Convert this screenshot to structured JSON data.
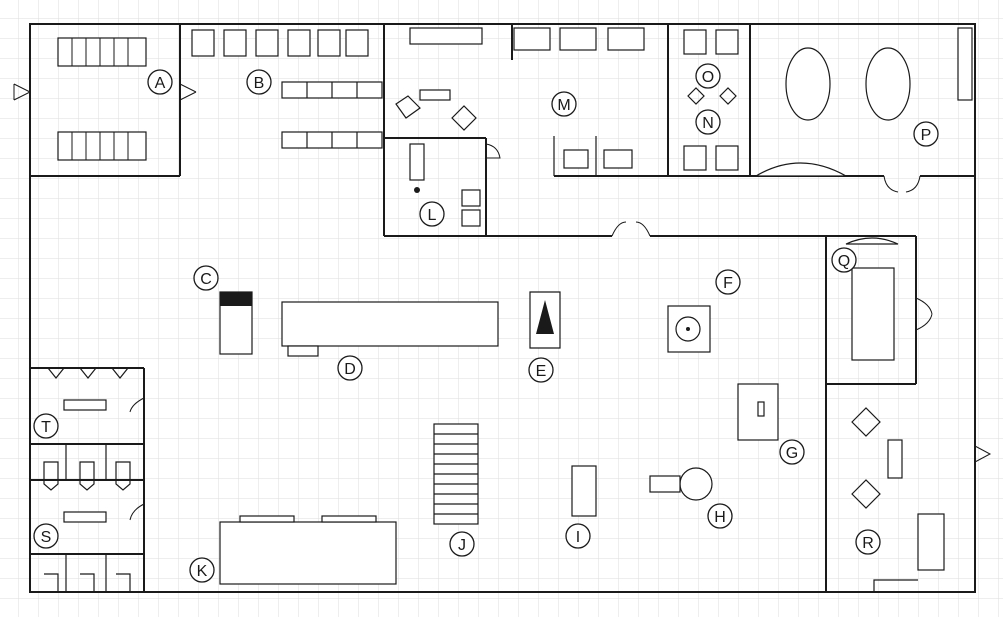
{
  "plan": {
    "labels": [
      "A",
      "B",
      "C",
      "D",
      "E",
      "F",
      "G",
      "H",
      "I",
      "J",
      "K",
      "L",
      "M",
      "N",
      "O",
      "P",
      "Q",
      "R",
      "S",
      "T"
    ]
  }
}
